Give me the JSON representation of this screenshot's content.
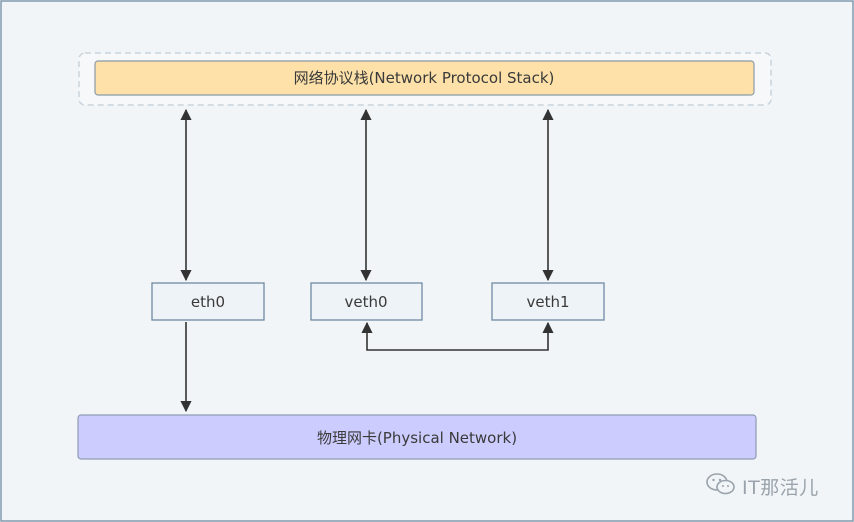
{
  "diagram": {
    "protocol_stack_label": "网络协议栈(Network Protocol Stack)",
    "eth0_label": "eth0",
    "veth0_label": "veth0",
    "veth1_label": "veth1",
    "physical_nic_label": "物理网卡(Physical Network)"
  },
  "watermark": {
    "text": "IT那活儿",
    "icon": "wechat-icon"
  },
  "colors": {
    "page_background": "#f1f5f8",
    "outer_border": "#7f99ae",
    "stack_fill": "#fde1a9",
    "stack_border": "#8a9aa8",
    "node_fill": "#eef3f7",
    "node_border": "#6f8aa3",
    "physical_fill": "#ccccfe",
    "physical_border": "#8f9bb3",
    "arrow": "#333333",
    "dashed_container": "#c9d3dc"
  }
}
